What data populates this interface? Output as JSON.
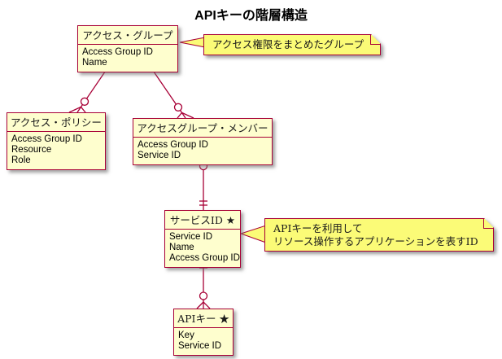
{
  "diagram": {
    "title": "APIキーの階層構造",
    "colors": {
      "entity_fill": "#FEFECE",
      "note_fill": "#FBFB77",
      "border": "#A80036",
      "relationship_line": "#A80036",
      "background": "#FFFFFF"
    },
    "entities": [
      {
        "name": "アクセス・グループ",
        "fields": [
          "Access Group ID",
          "Name"
        ]
      },
      {
        "name": "アクセス・ポリシー",
        "fields": [
          "Access Group ID",
          "Resource",
          "Role"
        ]
      },
      {
        "name": "アクセスグループ・メンバー",
        "fields": [
          "Access Group ID",
          "Service ID"
        ]
      },
      {
        "name": "サービスID ★",
        "fields": [
          "Service ID",
          "Name",
          "Access Group ID"
        ]
      },
      {
        "name": "APIキー ★",
        "fields": [
          "Key",
          "Service ID"
        ]
      }
    ],
    "notes": [
      {
        "attached_to": "アクセス・グループ",
        "lines": [
          "アクセス権限をまとめたグループ"
        ]
      },
      {
        "attached_to": "サービスID",
        "lines": [
          "APIキーを利用して",
          "リソース操作するアプリケーションを表すID"
        ]
      }
    ],
    "relationships": [
      {
        "from": "アクセス・グループ",
        "to": "アクセス・ポリシー",
        "from_cardinality": "exactly-one",
        "to_cardinality": "zero-or-many"
      },
      {
        "from": "アクセス・グループ",
        "to": "アクセスグループ・メンバー",
        "from_cardinality": "exactly-one",
        "to_cardinality": "zero-or-many"
      },
      {
        "from": "サービスID",
        "to": "アクセスグループ・メンバー",
        "from_cardinality": "exactly-one",
        "to_cardinality": "zero-or-many"
      },
      {
        "from": "サービスID",
        "to": "APIキー",
        "from_cardinality": "exactly-one",
        "to_cardinality": "zero-or-many"
      }
    ]
  }
}
